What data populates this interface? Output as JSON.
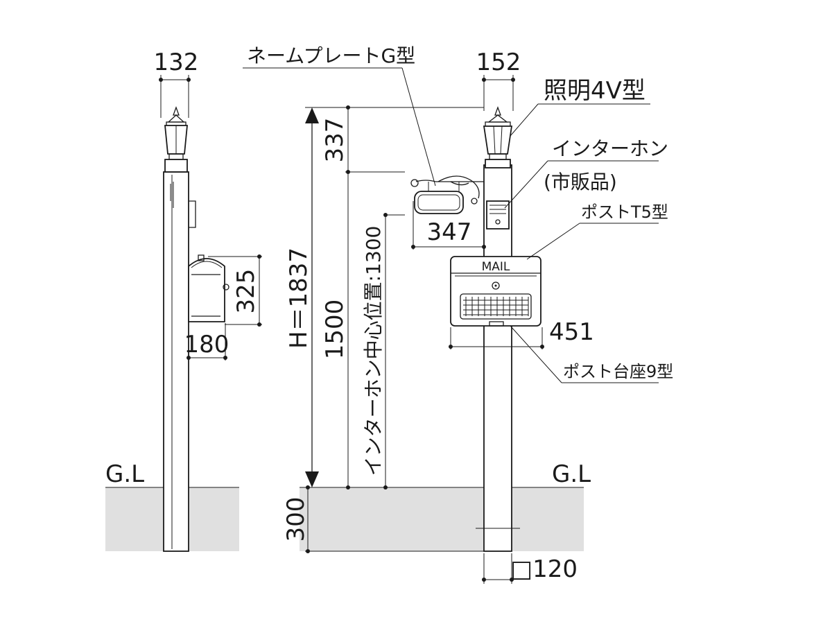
{
  "labels": {
    "left_width": "132",
    "left_mailbox_height": "325",
    "left_mailbox_depth": "180",
    "ground_left": "G.L",
    "ground_right": "G.L",
    "nameplate": "ネームプレートG型",
    "right_width": "152",
    "lighting": "照明4V型",
    "intercom": "インターホン",
    "intercom_note": "(市販品)",
    "post_model": "ポストT5型",
    "mail_text": "MAIL",
    "nameplate_width": "347",
    "post_width": "451",
    "post_base": "ポスト台座9型",
    "height_total": "H＝1837",
    "top_offset": "337",
    "mid_height": "1500",
    "intercom_center": "インターホン中心位置:1300",
    "burial_depth": "300",
    "post_square": "□120"
  },
  "colors": {
    "line": "#1a1a1a",
    "ground_fill": "#e0e0e0",
    "background": "#ffffff"
  }
}
